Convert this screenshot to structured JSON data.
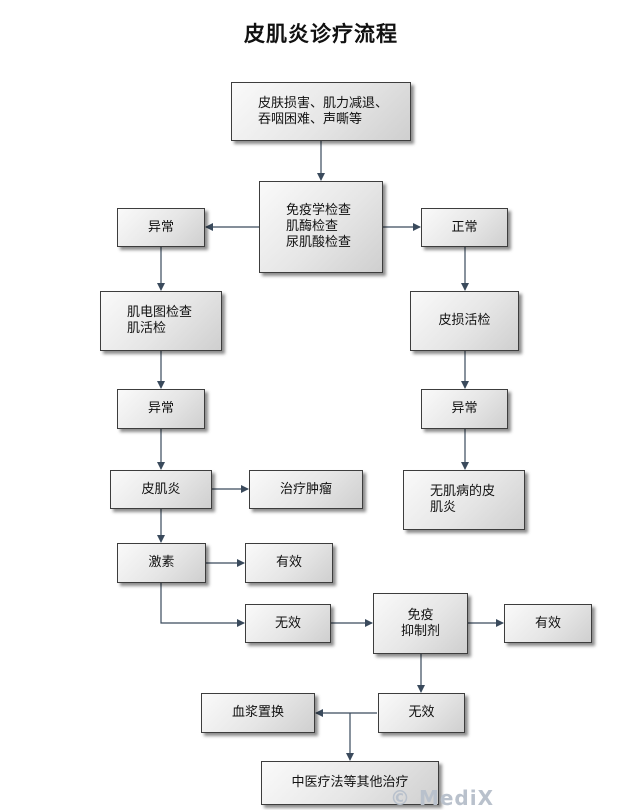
{
  "title": "皮肌炎诊疗流程",
  "nodes": {
    "symptoms": "皮肤损害、肌力减退、\n吞咽困难、声嘶等",
    "lab_tests": "免疫学检查\n肌酶检查\n尿肌酸检查",
    "abnormal_left": "异常",
    "normal_right": "正常",
    "emg_biopsy": "肌电图检查\n肌活检",
    "skin_biopsy": "皮损活检",
    "abnormal_left_2": "异常",
    "abnormal_right_2": "异常",
    "dermatomyositis": "皮肌炎",
    "tumor_treatment": "治疗肿瘤",
    "amyopathic_dm": "无肌病的皮\n肌炎",
    "hormone": "激素",
    "effective_1": "有效",
    "ineffective_1": "无效",
    "immunosuppressant": "免疫\n抑制剂",
    "effective_2": "有效",
    "ineffective_2": "无效",
    "plasma_exchange": "血浆置换",
    "tcm_other": "中医疗法等其他治疗"
  },
  "watermark": "© MediX",
  "colors": {
    "connector": "#3a4a5c",
    "box_border": "#3d3d3d"
  }
}
